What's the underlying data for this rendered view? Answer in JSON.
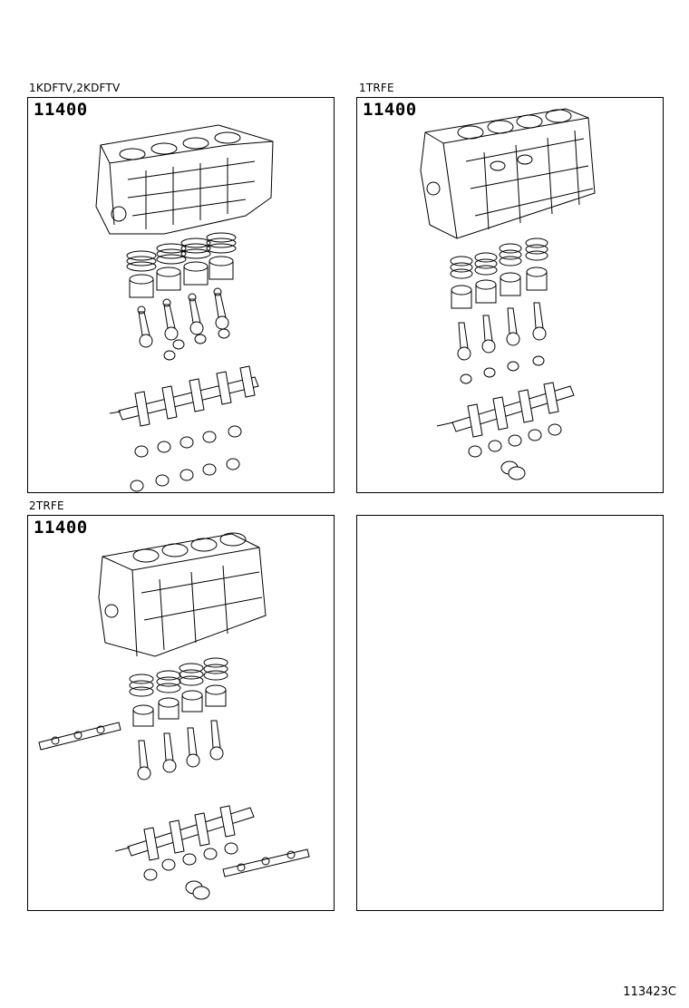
{
  "panels": [
    {
      "engine_label": "1KDFTV,2KDFTV",
      "part_number": "11400"
    },
    {
      "engine_label": "1TRFE",
      "part_number": "11400"
    },
    {
      "engine_label": "2TRFE",
      "part_number": "11400"
    },
    {
      "engine_label": "",
      "part_number": ""
    }
  ],
  "illustration_id": "113423C"
}
